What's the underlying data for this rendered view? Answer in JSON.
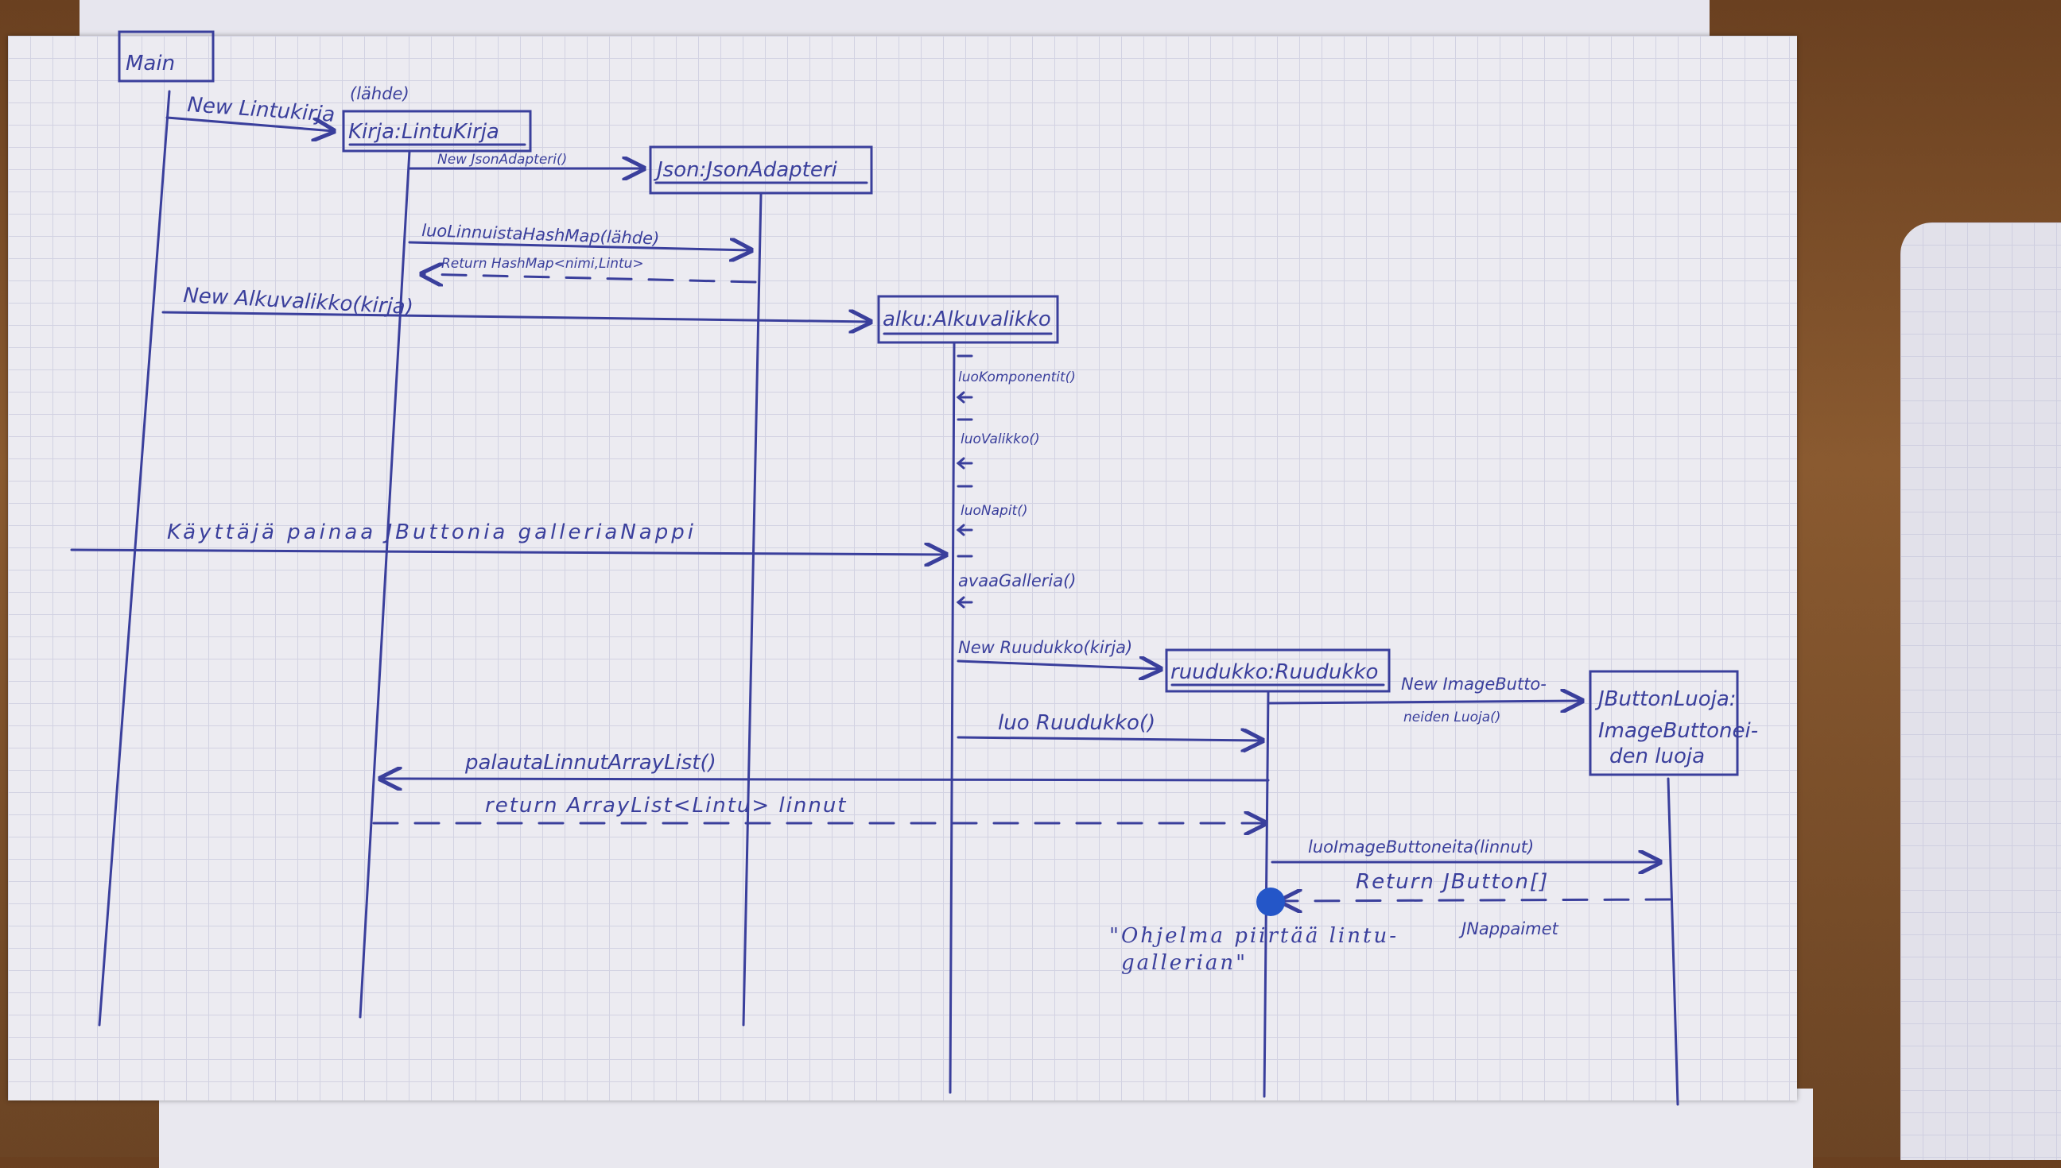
{
  "objects": {
    "main": "Main",
    "kirja": "Kirja:LintuKirja",
    "json": "Json:JsonAdapteri",
    "alku": "alku:Alkuvalikko",
    "ruudukko": "ruudukko:Ruudukko",
    "jbutton_line1": "JButtonLuoja:",
    "jbutton_line2": "ImageButtonei-",
    "jbutton_line3": "den luoja"
  },
  "messages": {
    "new_lintukirja": "New Lintukirja",
    "new_lintukirja_arg": "(lähde)",
    "new_jsonadapteri": "New JsonAdapteri()",
    "luo_hashmap": "luoLinnuistaHashMap(lähde)",
    "return_hashmap": "Return HashMap<nimi,Lintu>",
    "new_alkuvalikko": "New Alkuvalikko(kirja)",
    "luo_komponentit": "luoKomponentit()",
    "luo_valikko": "luoValikko()",
    "luo_napit": "luoNapit()",
    "kayttaja_painaa": "Käyttäjä painaa JButtonia galleriaNappi",
    "avaa_galleria": "avaaGalleria()",
    "new_ruudukko": "New Ruudukko(kirja)",
    "luo_ruudukko": "luo Ruudukko()",
    "new_imagebutton_1": "New ImageButto-",
    "new_imagebutton_2": "neiden Luoja()",
    "palauta_linnut": "palautaLinnutArrayList()",
    "return_arraylist": "return ArrayList<Lintu> linnut",
    "luo_imagebuttoneita": "luoImageButtoneita(linnut)",
    "return_jbutton": "Return JButton[]",
    "jnappaimet": "JNappaimet"
  },
  "note": {
    "line1": "\"Ohjelma piirtää lintu-",
    "line2": "gallerian\""
  },
  "colors": {
    "ink": "#3a3f9c",
    "paper": "#ecebf1",
    "grid": "#d2d2e2",
    "marker": "#2456c8"
  }
}
